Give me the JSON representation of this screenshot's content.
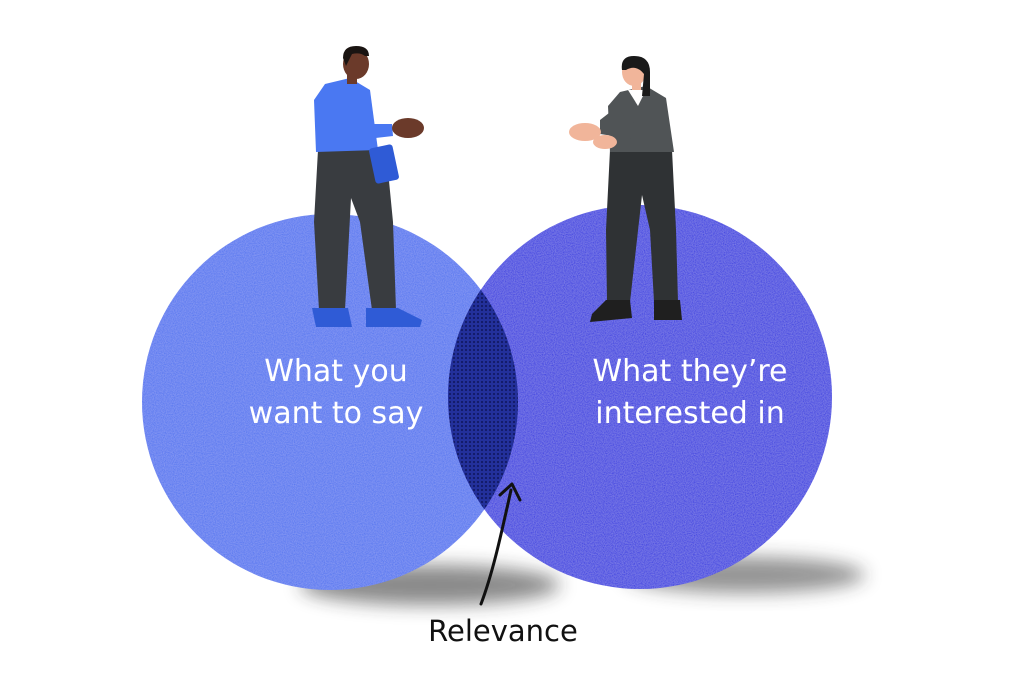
{
  "venn": {
    "left_circle": {
      "line1": "What you",
      "line2": "want to say",
      "color": "#4a6ff0"
    },
    "right_circle": {
      "line1": "What they’re",
      "line2": "interested in",
      "color": "#2b2fe0"
    },
    "overlap": {
      "label": "Relevance",
      "color": "#1b2aa8"
    }
  },
  "people": {
    "man": {
      "shirt_color": "#4a78f2",
      "pants_color": "#393c40",
      "skin_color": "#6b3a2a",
      "shoe_color": "#2f5bd6"
    },
    "woman": {
      "jacket_color": "#505456",
      "pants_color": "#2f3234",
      "skin_color": "#f1b59a",
      "shoe_color": "#1f1f1f"
    }
  },
  "colors": {
    "text_on_circle": "#ffffff",
    "label_text": "#111111",
    "arrow": "#111111",
    "shadow": "#2a2a2a"
  }
}
